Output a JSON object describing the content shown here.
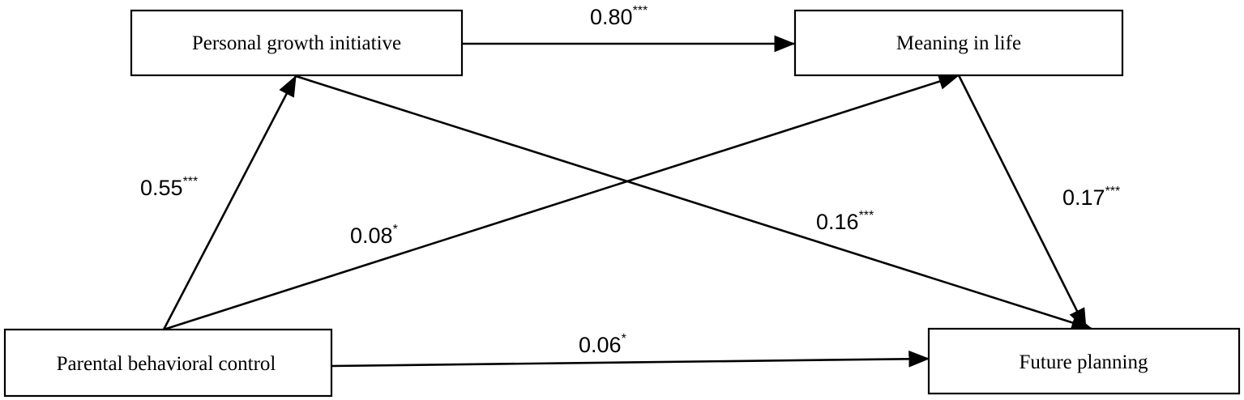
{
  "nodes": {
    "pgi": "Personal growth initiative",
    "mil": "Meaning in life",
    "pbc": "Parental behavioral control",
    "fp": "Future planning"
  },
  "paths": {
    "pgi_mil": {
      "coef": "0.80",
      "sig": "***"
    },
    "pbc_pgi": {
      "coef": "0.55",
      "sig": "***"
    },
    "pbc_mil": {
      "coef": "0.08",
      "sig": "*"
    },
    "pgi_fp": {
      "coef": "0.16",
      "sig": "***"
    },
    "mil_fp": {
      "coef": "0.17",
      "sig": "***"
    },
    "pbc_fp": {
      "coef": "0.06",
      "sig": "*"
    }
  }
}
